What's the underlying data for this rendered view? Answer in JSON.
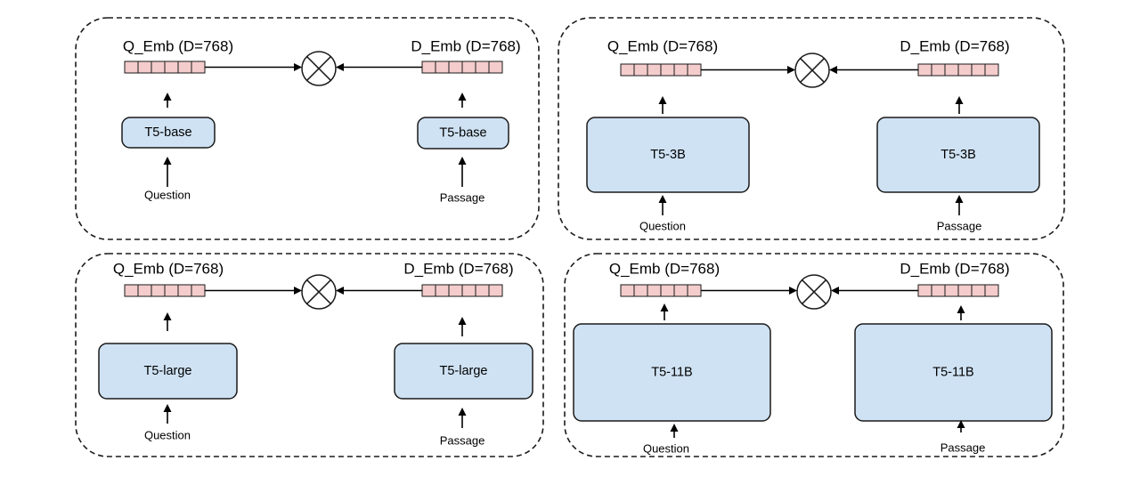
{
  "panels": [
    {
      "id": "t5-base",
      "query_embedding_label": "Q_Emb (D=768)",
      "document_embedding_label": "D_Emb (D=768)",
      "query_encoder_label": "T5-base",
      "document_encoder_label": "T5-base",
      "query_input_label": "Question",
      "document_input_label": "Passage"
    },
    {
      "id": "t5-3b",
      "query_embedding_label": "Q_Emb (D=768)",
      "document_embedding_label": "D_Emb (D=768)",
      "query_encoder_label": "T5-3B",
      "document_encoder_label": "T5-3B",
      "query_input_label": "Question",
      "document_input_label": "Passage"
    },
    {
      "id": "t5-large",
      "query_embedding_label": "Q_Emb (D=768)",
      "document_embedding_label": "D_Emb (D=768)",
      "query_encoder_label": "T5-large",
      "document_encoder_label": "T5-large",
      "query_input_label": "Question",
      "document_input_label": "Passage"
    },
    {
      "id": "t5-11b",
      "query_embedding_label": "Q_Emb (D=768)",
      "document_embedding_label": "D_Emb (D=768)",
      "query_encoder_label": "T5-11B",
      "document_encoder_label": "T5-11B",
      "query_input_label": "Question",
      "document_input_label": "Passage"
    }
  ],
  "colors": {
    "embedding_cell_fill": "#f4cccc",
    "encoder_box_fill": "#cfe2f3",
    "stroke": "#1a1a1a"
  },
  "icons": {
    "combine_operator": "circled-times-icon"
  }
}
